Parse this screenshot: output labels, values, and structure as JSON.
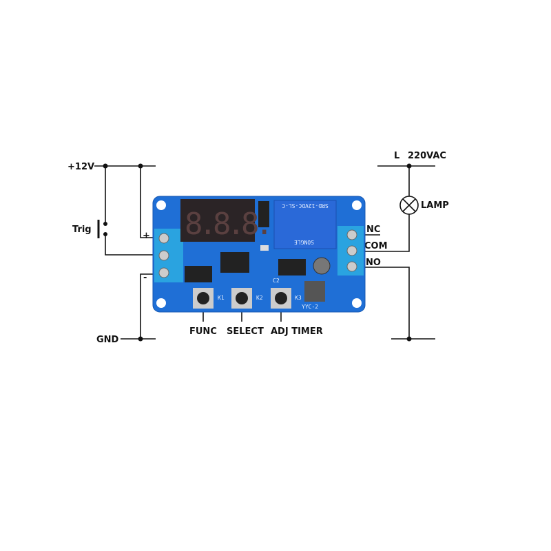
{
  "power": {
    "supply_label": "+12V",
    "ground_label": "GND",
    "trigger_label": "Trig",
    "plus_label": "+",
    "minus_label": "-"
  },
  "buttons": [
    {
      "label": "FUNC",
      "silk": "K1"
    },
    {
      "label": "SELECT",
      "silk": "K2"
    },
    {
      "label": "ADJ TIMER",
      "silk": "K3"
    }
  ],
  "load": {
    "line_label": "L",
    "voltage_label": "220VAC",
    "lamp_label": "LAMP"
  },
  "relay_terminals": {
    "nc": "NC",
    "com": "COM",
    "no": "NO"
  },
  "board": {
    "model": "YYC-2",
    "cap_label": "C2",
    "relay_text": "SRD-12VDC-SL-C",
    "relay_brand": "SONGLE",
    "display": "8.8.8.",
    "color": "#1f6fd6",
    "terminal_color": "#2aa3e0"
  }
}
